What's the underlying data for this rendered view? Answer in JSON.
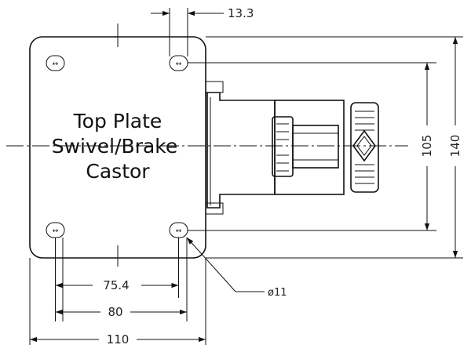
{
  "label": {
    "line1": "Top Plate",
    "line2": "Swivel/Brake",
    "line3": "Castor"
  },
  "dimensions": {
    "hole_offset": "13.3",
    "hole_spacing_x": "75.4",
    "hole_span_x": "80",
    "plate_width": "110",
    "hole_spacing_y": "105",
    "plate_height": "140",
    "hole_diameter": "ø11"
  }
}
